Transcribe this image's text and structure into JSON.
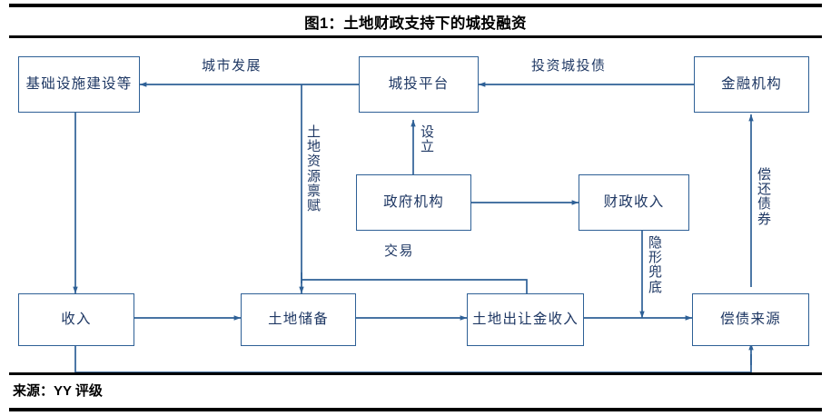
{
  "title": "图1：土地财政支持下的城投融资",
  "source": "来源：YY 评级",
  "colors": {
    "box_border": "#2E6096",
    "line": "#2E6096",
    "text": "#1F3864",
    "rule": "#000000"
  },
  "diagram": {
    "type": "flowchart",
    "nodes": [
      {
        "id": "infra",
        "label": "基础设施建设等"
      },
      {
        "id": "platform",
        "label": "城投平台"
      },
      {
        "id": "institution",
        "label": "金融机构"
      },
      {
        "id": "government",
        "label": "政府机构"
      },
      {
        "id": "fiscal",
        "label": "财政收入"
      },
      {
        "id": "revenue",
        "label": "收入"
      },
      {
        "id": "landreserve",
        "label": "土地储备"
      },
      {
        "id": "landsale",
        "label": "土地出让金收入"
      },
      {
        "id": "repaysource",
        "label": "偿债来源"
      }
    ],
    "edges": [
      {
        "from": "platform",
        "to": "infra",
        "label": "城市发展"
      },
      {
        "from": "institution",
        "to": "platform",
        "label": "投资城投债"
      },
      {
        "from": "government",
        "to": "platform",
        "label": "设立"
      },
      {
        "from": "government",
        "to": "fiscal",
        "label": ""
      },
      {
        "from": "platform",
        "to": "landreserve",
        "label": "土地资源禀赋"
      },
      {
        "from": "infra",
        "to": "revenue",
        "label": ""
      },
      {
        "from": "revenue",
        "to": "landreserve",
        "label": ""
      },
      {
        "from": "landreserve",
        "to": "landsale",
        "label": ""
      },
      {
        "from": "landsale",
        "to": "repaysource",
        "label": ""
      },
      {
        "from": "fiscal",
        "to": "repaysource",
        "label": "隐形兜底"
      },
      {
        "from": "repaysource",
        "to": "institution",
        "label": "偿还债券"
      },
      {
        "from": "revenue",
        "to": "repaysource",
        "label": ""
      },
      {
        "from": "platform",
        "to": "landsale",
        "label": "交易"
      }
    ],
    "edge_labels": {
      "urban_development": "城市发展",
      "invest_bond": "投资城投债",
      "establish": "设立",
      "land_endowment": "土地资源禀赋",
      "transaction": "交易",
      "implicit_guarantee": "隐形兜底",
      "repay_bond": "偿还债券"
    }
  }
}
